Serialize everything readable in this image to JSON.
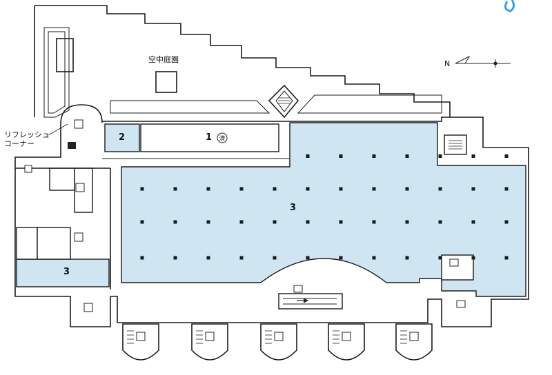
{
  "labels": {
    "garden": "空中庭園",
    "refresh_line1": "リフレッシュ",
    "refresh_line2": "コーナー",
    "north": "N",
    "room1": "1",
    "room1_badge": "済",
    "room2": "2",
    "room3_main": "3",
    "room3_left": "3"
  },
  "colors": {
    "room_fill": "#cfe6f2",
    "wall": "#1a1a1a",
    "accent_blue": "#3aa0dc"
  },
  "icons": [
    "elevator-icon",
    "stairs-icon",
    "escalator-icon",
    "north-arrow-icon"
  ]
}
